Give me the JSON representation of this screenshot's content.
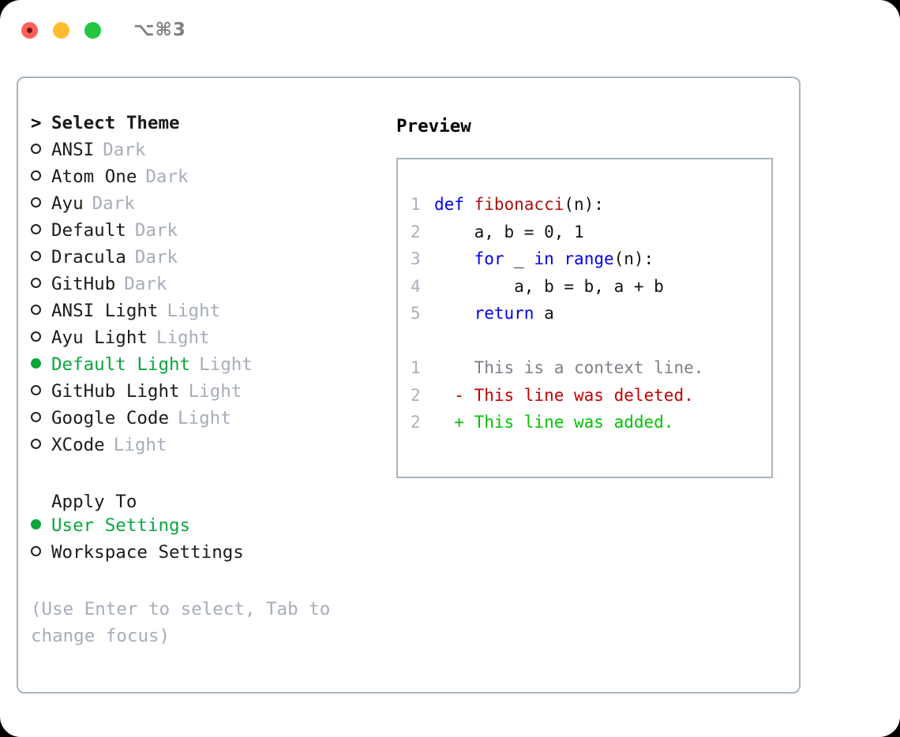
{
  "window": {
    "shortcut": "⌥⌘3",
    "traffic_lights": [
      {
        "name": "close",
        "color": "#ff6159"
      },
      {
        "name": "minimize",
        "color": "#ffbd2e"
      },
      {
        "name": "zoom",
        "color": "#23c63f"
      }
    ]
  },
  "colors": {
    "accent_green": "#0aa63c",
    "muted": "#a6adb9",
    "border": "#a9b4c1",
    "keyword_blue": "#0000ee",
    "function_red": "#b01010",
    "diff_add": "#00c400",
    "diff_del": "#c20000",
    "diff_ctx": "#7b7f87"
  },
  "theme_list": {
    "header_marker": ">",
    "header_label": "Select Theme",
    "items": [
      {
        "marker": "o",
        "selected": false,
        "name": "ANSI",
        "variant": "Dark"
      },
      {
        "marker": "o",
        "selected": false,
        "name": "Atom One",
        "variant": "Dark"
      },
      {
        "marker": "o",
        "selected": false,
        "name": "Ayu",
        "variant": "Dark"
      },
      {
        "marker": "o",
        "selected": false,
        "name": "Default",
        "variant": "Dark"
      },
      {
        "marker": "o",
        "selected": false,
        "name": "Dracula",
        "variant": "Dark"
      },
      {
        "marker": "o",
        "selected": false,
        "name": "GitHub",
        "variant": "Dark"
      },
      {
        "marker": "o",
        "selected": false,
        "name": "ANSI Light",
        "variant": "Light"
      },
      {
        "marker": "o",
        "selected": false,
        "name": "Ayu Light",
        "variant": "Light"
      },
      {
        "marker": "●",
        "selected": true,
        "name": "Default Light",
        "variant": "Light"
      },
      {
        "marker": "o",
        "selected": false,
        "name": "GitHub Light",
        "variant": "Light"
      },
      {
        "marker": "o",
        "selected": false,
        "name": "Google Code",
        "variant": "Light"
      },
      {
        "marker": "o",
        "selected": false,
        "name": "XCode",
        "variant": "Light"
      }
    ]
  },
  "apply_to": {
    "label": "Apply To",
    "options": [
      {
        "marker": "●",
        "selected": true,
        "label": "User Settings"
      },
      {
        "marker": "o",
        "selected": false,
        "label": "Workspace Settings"
      }
    ]
  },
  "hint": "(Use Enter to select, Tab to change focus)",
  "preview": {
    "title": "Preview",
    "code_lines": [
      {
        "number": "1",
        "tokens": [
          {
            "text": "def ",
            "style": "kw"
          },
          {
            "text": "fibonacci",
            "style": "fn"
          },
          {
            "text": "(n):",
            "style": "plain"
          }
        ]
      },
      {
        "number": "2",
        "tokens": [
          {
            "text": "    a, b = 0, 1",
            "style": "plain"
          }
        ]
      },
      {
        "number": "3",
        "tokens": [
          {
            "text": "    ",
            "style": "plain"
          },
          {
            "text": "for",
            "style": "kw"
          },
          {
            "text": " _ ",
            "style": "plain"
          },
          {
            "text": "in",
            "style": "kw"
          },
          {
            "text": " ",
            "style": "plain"
          },
          {
            "text": "range",
            "style": "kw"
          },
          {
            "text": "(n):",
            "style": "plain"
          }
        ]
      },
      {
        "number": "4",
        "tokens": [
          {
            "text": "        a, b = b, a + b",
            "style": "plain"
          }
        ]
      },
      {
        "number": "5",
        "tokens": [
          {
            "text": "    ",
            "style": "plain"
          },
          {
            "text": "return",
            "style": "kw"
          },
          {
            "text": " a",
            "style": "plain"
          }
        ]
      }
    ],
    "diff_lines": [
      {
        "number": "1",
        "sign": " ",
        "text": "This is a context line.",
        "kind": "ctx"
      },
      {
        "number": "2",
        "sign": "-",
        "text": "This line was deleted.",
        "kind": "del"
      },
      {
        "number": "2",
        "sign": "+",
        "text": "This line was added.",
        "kind": "add"
      }
    ]
  }
}
